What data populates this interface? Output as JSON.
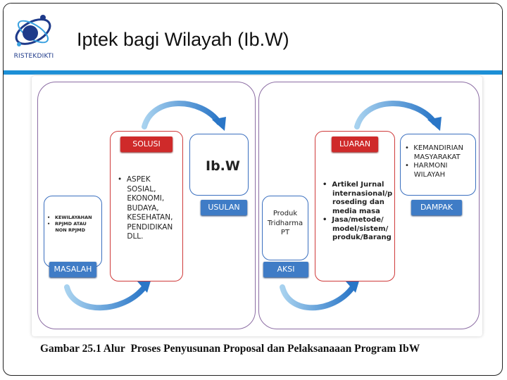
{
  "slide": {
    "title": "Iptek bagi Wilayah (Ib.W)",
    "logo_text": "RISTEKDIKTI",
    "rule_color": "#1c8fd6"
  },
  "diagram": {
    "masalah": {
      "label": "MASALAH",
      "items": [
        "KEWILAYAHAN",
        "RPJMD ATAU",
        "NON RPJMD"
      ]
    },
    "solusi": {
      "label": "SOLUSI",
      "items": [
        "ASPEK",
        "SOSIAL,",
        "EKONOMI,",
        "BUDAYA,",
        "KESEHATAN,",
        "PENDIDIKAN",
        "DLL."
      ]
    },
    "ibw": {
      "label": "Ib.W"
    },
    "usulan": {
      "label": "USULAN"
    },
    "aksi": {
      "label": "AKSI",
      "lines": [
        "Produk",
        "Tridharma",
        "PT"
      ]
    },
    "luaran": {
      "label": "LUARAN",
      "items": [
        "Artikel Jurnal",
        "internasional/p",
        "roseding dan",
        "media masa",
        "Jasa/metode/",
        "model/sistem/",
        "produk/Barang"
      ]
    },
    "dampak": {
      "label": "DAMPAK",
      "items": [
        "KEMANDIRIAN",
        "MASYARAKAT",
        "HARMONI",
        "WILAYAH"
      ]
    }
  },
  "caption": {
    "prefix": "Gambar 25.1 Alur",
    "text": "Proses Penyusunan Proposal dan Pelaksanaaan Program IbW"
  },
  "colors": {
    "group_border": "#8b6ca3",
    "red": "#cf2a2a",
    "blue": "#3f7cc6"
  }
}
